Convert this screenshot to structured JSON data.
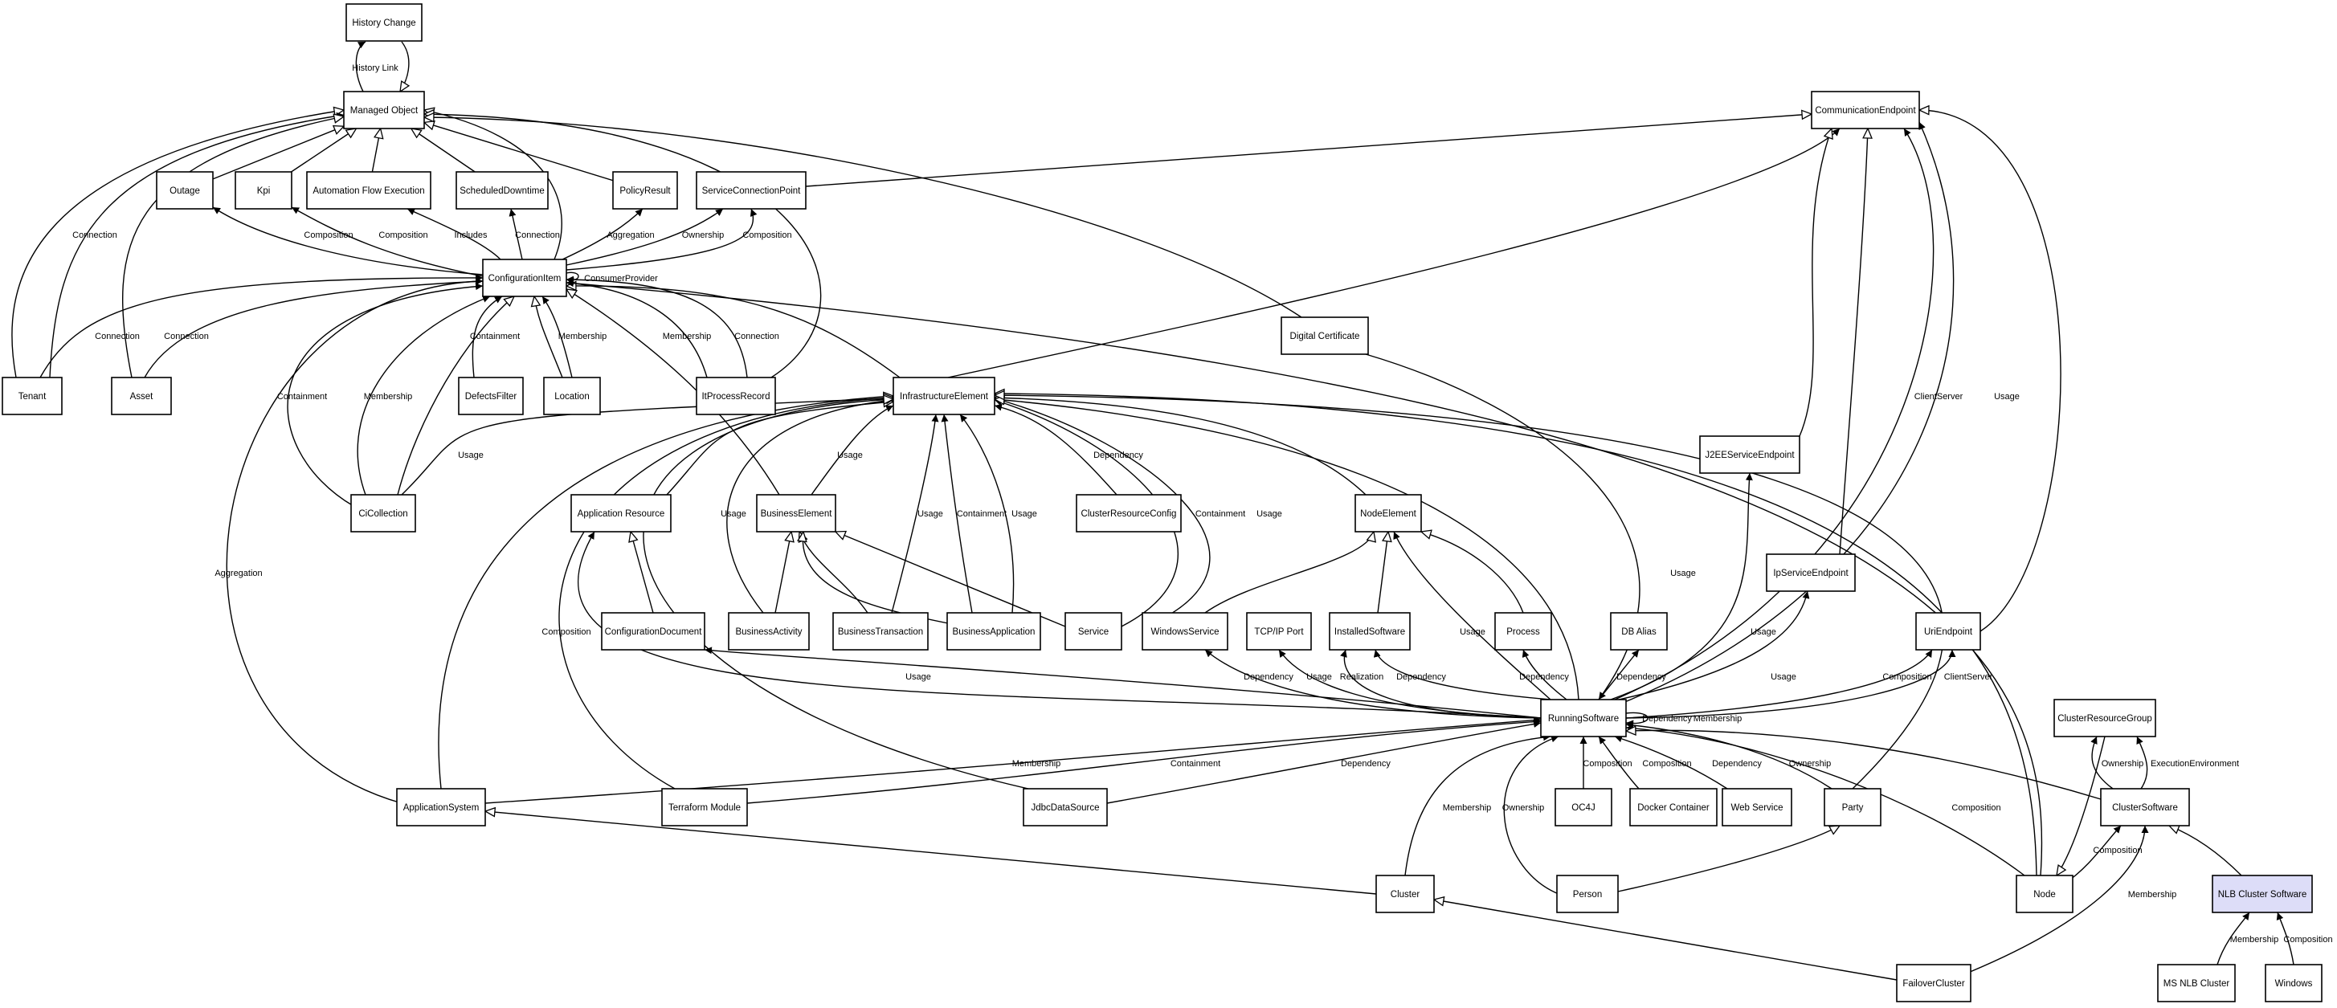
{
  "diagram": {
    "nodes": [
      {
        "id": "HistoryChange",
        "label": "History Change"
      },
      {
        "id": "ManagedObject",
        "label": "Managed Object"
      },
      {
        "id": "CommunicationEndpoint",
        "label": "CommunicationEndpoint"
      },
      {
        "id": "Outage",
        "label": "Outage"
      },
      {
        "id": "Kpi",
        "label": "Kpi"
      },
      {
        "id": "AutomationFlowExecution",
        "label": "Automation Flow Execution"
      },
      {
        "id": "ScheduledDowntime",
        "label": "ScheduledDowntime"
      },
      {
        "id": "PolicyResult",
        "label": "PolicyResult"
      },
      {
        "id": "ServiceConnectionPoint",
        "label": "ServiceConnectionPoint"
      },
      {
        "id": "ConfigurationItem",
        "label": "ConfigurationItem"
      },
      {
        "id": "DigitalCertificate",
        "label": "Digital Certificate"
      },
      {
        "id": "Tenant",
        "label": "Tenant"
      },
      {
        "id": "Asset",
        "label": "Asset"
      },
      {
        "id": "DefectsFilter",
        "label": "DefectsFilter"
      },
      {
        "id": "Location",
        "label": "Location"
      },
      {
        "id": "ItProcessRecord",
        "label": "ItProcessRecord"
      },
      {
        "id": "InfrastructureElement",
        "label": "InfrastructureElement"
      },
      {
        "id": "J2EEServiceEndpoint",
        "label": "J2EEServiceEndpoint"
      },
      {
        "id": "CiCollection",
        "label": "CiCollection"
      },
      {
        "id": "ApplicationResource",
        "label": "Application Resource"
      },
      {
        "id": "BusinessElement",
        "label": "BusinessElement"
      },
      {
        "id": "ClusterResourceConfig",
        "label": "ClusterResourceConfig"
      },
      {
        "id": "NodeElement",
        "label": "NodeElement"
      },
      {
        "id": "IpServiceEndpoint",
        "label": "IpServiceEndpoint"
      },
      {
        "id": "ConfigurationDocument",
        "label": "ConfigurationDocument"
      },
      {
        "id": "BusinessActivity",
        "label": "BusinessActivity"
      },
      {
        "id": "BusinessTransaction",
        "label": "BusinessTransaction"
      },
      {
        "id": "BusinessApplication",
        "label": "BusinessApplication"
      },
      {
        "id": "Service",
        "label": "Service"
      },
      {
        "id": "WindowsService",
        "label": "WindowsService"
      },
      {
        "id": "TcpIpPort",
        "label": "TCP/IP Port"
      },
      {
        "id": "InstalledSoftware",
        "label": "InstalledSoftware"
      },
      {
        "id": "Process",
        "label": "Process"
      },
      {
        "id": "DbAlias",
        "label": "DB Alias"
      },
      {
        "id": "UriEndpoint",
        "label": "UriEndpoint"
      },
      {
        "id": "RunningSoftware",
        "label": "RunningSoftware"
      },
      {
        "id": "ClusterResourceGroup",
        "label": "ClusterResourceGroup"
      },
      {
        "id": "ApplicationSystem",
        "label": "ApplicationSystem"
      },
      {
        "id": "TerraformModule",
        "label": "Terraform Module"
      },
      {
        "id": "JdbcDataSource",
        "label": "JdbcDataSource"
      },
      {
        "id": "OC4J",
        "label": "OC4J"
      },
      {
        "id": "DockerContainer",
        "label": "Docker Container"
      },
      {
        "id": "WebService",
        "label": "Web Service"
      },
      {
        "id": "Party",
        "label": "Party"
      },
      {
        "id": "ClusterSoftware",
        "label": "ClusterSoftware"
      },
      {
        "id": "Cluster",
        "label": "Cluster"
      },
      {
        "id": "Person",
        "label": "Person"
      },
      {
        "id": "Node",
        "label": "Node"
      },
      {
        "id": "NLBClusterSoftware",
        "label": "NLB Cluster Software",
        "highlight": true
      },
      {
        "id": "FailoverCluster",
        "label": "FailoverCluster"
      },
      {
        "id": "MSNLBCluster",
        "label": "MS NLB Cluster"
      },
      {
        "id": "Windows",
        "label": "Windows"
      }
    ],
    "edges": [
      {
        "from": "ManagedObject",
        "to": "HistoryChange",
        "label": "History Link",
        "arrow": "filled"
      },
      {
        "from": "HistoryChange",
        "to": "ManagedObject",
        "label": "",
        "arrow": "hollow"
      },
      {
        "from": "Outage",
        "to": "ManagedObject",
        "label": "",
        "arrow": "hollow"
      },
      {
        "from": "Kpi",
        "to": "ManagedObject",
        "label": "",
        "arrow": "hollow"
      },
      {
        "from": "AutomationFlowExecution",
        "to": "ManagedObject",
        "label": "",
        "arrow": "hollow"
      },
      {
        "from": "ScheduledDowntime",
        "to": "ManagedObject",
        "label": "",
        "arrow": "hollow"
      },
      {
        "from": "PolicyResult",
        "to": "ManagedObject",
        "label": "",
        "arrow": "hollow"
      },
      {
        "from": "ConfigurationItem",
        "to": "ManagedObject",
        "label": "",
        "arrow": "hollow"
      },
      {
        "from": "ItProcessRecord",
        "to": "ManagedObject",
        "label": "",
        "arrow": "hollow"
      },
      {
        "from": "DigitalCertificate",
        "to": "ManagedObject",
        "label": "",
        "arrow": "hollow"
      },
      {
        "from": "Tenant",
        "to": "ManagedObject",
        "label": "",
        "arrow": "hollow"
      },
      {
        "from": "Tenant",
        "to": "ManagedObject",
        "label": "Connection",
        "arrow": "filled"
      },
      {
        "from": "Asset",
        "to": "ManagedObject",
        "label": "",
        "arrow": "hollow"
      },
      {
        "from": "ServiceConnectionPoint",
        "to": "CommunicationEndpoint",
        "label": "",
        "arrow": "hollow"
      },
      {
        "from": "ConfigurationItem",
        "to": "Outage",
        "label": "Composition",
        "arrow": "filled"
      },
      {
        "from": "ConfigurationItem",
        "to": "Kpi",
        "label": "Composition",
        "arrow": "filled"
      },
      {
        "from": "ConfigurationItem",
        "to": "AutomationFlowExecution",
        "label": "Includes",
        "arrow": "filled"
      },
      {
        "from": "ConfigurationItem",
        "to": "ScheduledDowntime",
        "label": "Connection",
        "arrow": "filled"
      },
      {
        "from": "ConfigurationItem",
        "to": "PolicyResult",
        "label": "Aggregation",
        "arrow": "filled"
      },
      {
        "from": "ConfigurationItem",
        "to": "ServiceConnectionPoint",
        "label": "Ownership",
        "arrow": "filled"
      },
      {
        "from": "ConfigurationItem",
        "to": "ServiceConnectionPoint",
        "label": "Composition",
        "arrow": "filled"
      },
      {
        "from": "ConfigurationItem",
        "to": "ConfigurationItem",
        "label": "ConsumerProvider",
        "arrow": "filled"
      },
      {
        "from": "Tenant",
        "to": "ConfigurationItem",
        "label": "Connection",
        "arrow": "filled"
      },
      {
        "from": "Asset",
        "to": "ConfigurationItem",
        "label": "Connection",
        "arrow": "filled"
      },
      {
        "from": "DefectsFilter",
        "to": "ConfigurationItem",
        "label": "Containment",
        "arrow": "filled"
      },
      {
        "from": "Location",
        "to": "ConfigurationItem",
        "label": "",
        "arrow": "hollow"
      },
      {
        "from": "Location",
        "to": "ConfigurationItem",
        "label": "Membership",
        "arrow": "filled"
      },
      {
        "from": "ItProcessRecord",
        "to": "ConfigurationItem",
        "label": "Membership",
        "arrow": "filled"
      },
      {
        "from": "ItProcessRecord",
        "to": "ConfigurationItem",
        "label": "Connection",
        "arrow": "filled"
      },
      {
        "from": "CiCollection",
        "to": "ConfigurationItem",
        "label": "Containment",
        "arrow": "filled"
      },
      {
        "from": "CiCollection",
        "to": "ConfigurationItem",
        "label": "Membership",
        "arrow": "filled"
      },
      {
        "from": "CiCollection",
        "to": "ConfigurationItem",
        "label": "",
        "arrow": "hollow"
      },
      {
        "from": "ApplicationSystem",
        "to": "ConfigurationItem",
        "label": "Aggregation",
        "arrow": "filled"
      },
      {
        "from": "InfrastructureElement",
        "to": "ConfigurationItem",
        "label": "",
        "arrow": "hollow"
      },
      {
        "from": "BusinessElement",
        "to": "ConfigurationItem",
        "label": "",
        "arrow": "hollow"
      },
      {
        "from": "Node",
        "to": "ConfigurationItem",
        "label": "",
        "arrow": "filled"
      },
      {
        "from": "InfrastructureElement",
        "to": "CommunicationEndpoint",
        "label": "",
        "arrow": "filled"
      },
      {
        "from": "J2EEServiceEndpoint",
        "to": "CommunicationEndpoint",
        "label": "",
        "arrow": "hollow"
      },
      {
        "from": "IpServiceEndpoint",
        "to": "CommunicationEndpoint",
        "label": "",
        "arrow": "hollow"
      },
      {
        "from": "UriEndpoint",
        "to": "CommunicationEndpoint",
        "label": "",
        "arrow": "hollow"
      },
      {
        "from": "RunningSoftware",
        "to": "CommunicationEndpoint",
        "label": "ClientServer",
        "arrow": "filled"
      },
      {
        "from": "RunningSoftware",
        "to": "CommunicationEndpoint",
        "label": "Usage",
        "arrow": "filled"
      },
      {
        "from": "CiCollection",
        "to": "InfrastructureElement",
        "label": "Usage",
        "arrow": "filled"
      },
      {
        "from": "ApplicationResource",
        "to": "InfrastructureElement",
        "label": "",
        "arrow": "hollow"
      },
      {
        "from": "BusinessElement",
        "to": "InfrastructureElement",
        "label": "Usage",
        "arrow": "filled"
      },
      {
        "from": "ClusterResourceConfig",
        "to": "InfrastructureElement",
        "label": "Dependency",
        "arrow": "filled"
      },
      {
        "from": "BusinessActivity",
        "to": "InfrastructureElement",
        "label": "Usage",
        "arrow": "filled"
      },
      {
        "from": "BusinessTransaction",
        "to": "InfrastructureElement",
        "label": "Usage",
        "arrow": "filled"
      },
      {
        "from": "BusinessApplication",
        "to": "InfrastructureElement",
        "label": "Containment",
        "arrow": "filled"
      },
      {
        "from": "BusinessApplication",
        "to": "InfrastructureElement",
        "label": "Usage",
        "arrow": "filled"
      },
      {
        "from": "Service",
        "to": "InfrastructureElement",
        "label": "Containment",
        "arrow": "filled"
      },
      {
        "from": "WindowsService",
        "to": "InfrastructureElement",
        "label": "Usage",
        "arrow": "filled"
      },
      {
        "from": "NodeElement",
        "to": "InfrastructureElement",
        "label": "",
        "arrow": "hollow"
      },
      {
        "from": "RunningSoftware",
        "to": "InfrastructureElement",
        "label": "",
        "arrow": "hollow"
      },
      {
        "from": "ApplicationSystem",
        "to": "InfrastructureElement",
        "label": "",
        "arrow": "hollow"
      },
      {
        "from": "TerraformModule",
        "to": "InfrastructureElement",
        "label": "",
        "arrow": "hollow"
      },
      {
        "from": "JdbcDataSource",
        "to": "InfrastructureElement",
        "label": "",
        "arrow": "hollow"
      },
      {
        "from": "Node",
        "to": "InfrastructureElement",
        "label": "",
        "arrow": "hollow"
      },
      {
        "from": "Party",
        "to": "InfrastructureElement",
        "label": "",
        "arrow": "hollow"
      },
      {
        "from": "ConfigurationDocument",
        "to": "ApplicationResource",
        "label": "",
        "arrow": "hollow"
      },
      {
        "from": "RunningSoftware",
        "to": "ApplicationResource",
        "label": "Composition",
        "arrow": "filled"
      },
      {
        "from": "BusinessActivity",
        "to": "BusinessElement",
        "label": "",
        "arrow": "hollow"
      },
      {
        "from": "BusinessTransaction",
        "to": "BusinessElement",
        "label": "",
        "arrow": "hollow"
      },
      {
        "from": "BusinessApplication",
        "to": "BusinessElement",
        "label": "",
        "arrow": "hollow"
      },
      {
        "from": "Service",
        "to": "BusinessElement",
        "label": "",
        "arrow": "hollow"
      },
      {
        "from": "WindowsService",
        "to": "NodeElement",
        "label": "",
        "arrow": "hollow"
      },
      {
        "from": "InstalledSoftware",
        "to": "NodeElement",
        "label": "",
        "arrow": "hollow"
      },
      {
        "from": "Process",
        "to": "NodeElement",
        "label": "",
        "arrow": "hollow"
      },
      {
        "from": "RunningSoftware",
        "to": "NodeElement",
        "label": "Usage",
        "arrow": "filled"
      },
      {
        "from": "RunningSoftware",
        "to": "ConfigurationDocument",
        "label": "Usage",
        "arrow": "filled"
      },
      {
        "from": "RunningSoftware",
        "to": "WindowsService",
        "label": "Dependency",
        "arrow": "filled"
      },
      {
        "from": "RunningSoftware",
        "to": "TcpIpPort",
        "label": "Usage",
        "arrow": "filled"
      },
      {
        "from": "RunningSoftware",
        "to": "InstalledSoftware",
        "label": "Realization",
        "arrow": "filled"
      },
      {
        "from": "RunningSoftware",
        "to": "InstalledSoftware",
        "label": "Dependency",
        "arrow": "filled"
      },
      {
        "from": "RunningSoftware",
        "to": "Process",
        "label": "Dependency",
        "arrow": "filled"
      },
      {
        "from": "RunningSoftware",
        "to": "DbAlias",
        "label": "Dependency",
        "arrow": "filled"
      },
      {
        "from": "RunningSoftware",
        "to": "J2EEServiceEndpoint",
        "label": "Usage",
        "arrow": "filled"
      },
      {
        "from": "RunningSoftware",
        "to": "IpServiceEndpoint",
        "label": "Usage",
        "arrow": "filled"
      },
      {
        "from": "RunningSoftware",
        "to": "UriEndpoint",
        "label": "Composition",
        "arrow": "filled"
      },
      {
        "from": "RunningSoftware",
        "to": "UriEndpoint",
        "label": "ClientServer",
        "arrow": "filled"
      },
      {
        "from": "RunningSoftware",
        "to": "RunningSoftware",
        "label": "Dependency",
        "arrow": "filled"
      },
      {
        "from": "RunningSoftware",
        "to": "RunningSoftware",
        "label": "Membership",
        "arrow": "filled"
      },
      {
        "from": "DigitalCertificate",
        "to": "RunningSoftware",
        "label": "Usage",
        "arrow": "filled"
      },
      {
        "from": "ApplicationSystem",
        "to": "RunningSoftware",
        "label": "Membership",
        "arrow": "filled"
      },
      {
        "from": "TerraformModule",
        "to": "RunningSoftware",
        "label": "Containment",
        "arrow": "filled"
      },
      {
        "from": "JdbcDataSource",
        "to": "RunningSoftware",
        "label": "Dependency",
        "arrow": "filled"
      },
      {
        "from": "OC4J",
        "to": "RunningSoftware",
        "label": "Composition",
        "arrow": "filled"
      },
      {
        "from": "DockerContainer",
        "to": "RunningSoftware",
        "label": "Composition",
        "arrow": "filled"
      },
      {
        "from": "WebService",
        "to": "RunningSoftware",
        "label": "Dependency",
        "arrow": "filled"
      },
      {
        "from": "Party",
        "to": "RunningSoftware",
        "label": "Ownership",
        "arrow": "filled"
      },
      {
        "from": "Cluster",
        "to": "RunningSoftware",
        "label": "Membership",
        "arrow": "filled"
      },
      {
        "from": "Person",
        "to": "RunningSoftware",
        "label": "Ownership",
        "arrow": "filled"
      },
      {
        "from": "Node",
        "to": "RunningSoftware",
        "label": "Composition",
        "arrow": "filled"
      },
      {
        "from": "ClusterSoftware",
        "to": "RunningSoftware",
        "label": "",
        "arrow": "hollow"
      },
      {
        "from": "ClusterSoftware",
        "to": "ClusterResourceGroup",
        "label": "Ownership",
        "arrow": "filled"
      },
      {
        "from": "ClusterSoftware",
        "to": "ClusterResourceGroup",
        "label": "ExecutionEnvironment",
        "arrow": "filled"
      },
      {
        "from": "Node",
        "to": "ClusterSoftware",
        "label": "Composition",
        "arrow": "filled"
      },
      {
        "from": "ClusterResourceGroup",
        "to": "Node",
        "label": "",
        "arrow": "hollow"
      },
      {
        "from": "NLBClusterSoftware",
        "to": "ClusterSoftware",
        "label": "",
        "arrow": "hollow"
      },
      {
        "from": "FailoverCluster",
        "to": "ClusterSoftware",
        "label": "Membership",
        "arrow": "filled"
      },
      {
        "from": "Cluster",
        "to": "ApplicationSystem",
        "label": "",
        "arrow": "hollow"
      },
      {
        "from": "FailoverCluster",
        "to": "Cluster",
        "label": "",
        "arrow": "hollow"
      },
      {
        "from": "Person",
        "to": "Party",
        "label": "",
        "arrow": "hollow"
      },
      {
        "from": "MSNLBCluster",
        "to": "NLBClusterSoftware",
        "label": "Membership",
        "arrow": "filled"
      },
      {
        "from": "Windows",
        "to": "NLBClusterSoftware",
        "label": "Composition",
        "arrow": "filled"
      }
    ]
  }
}
